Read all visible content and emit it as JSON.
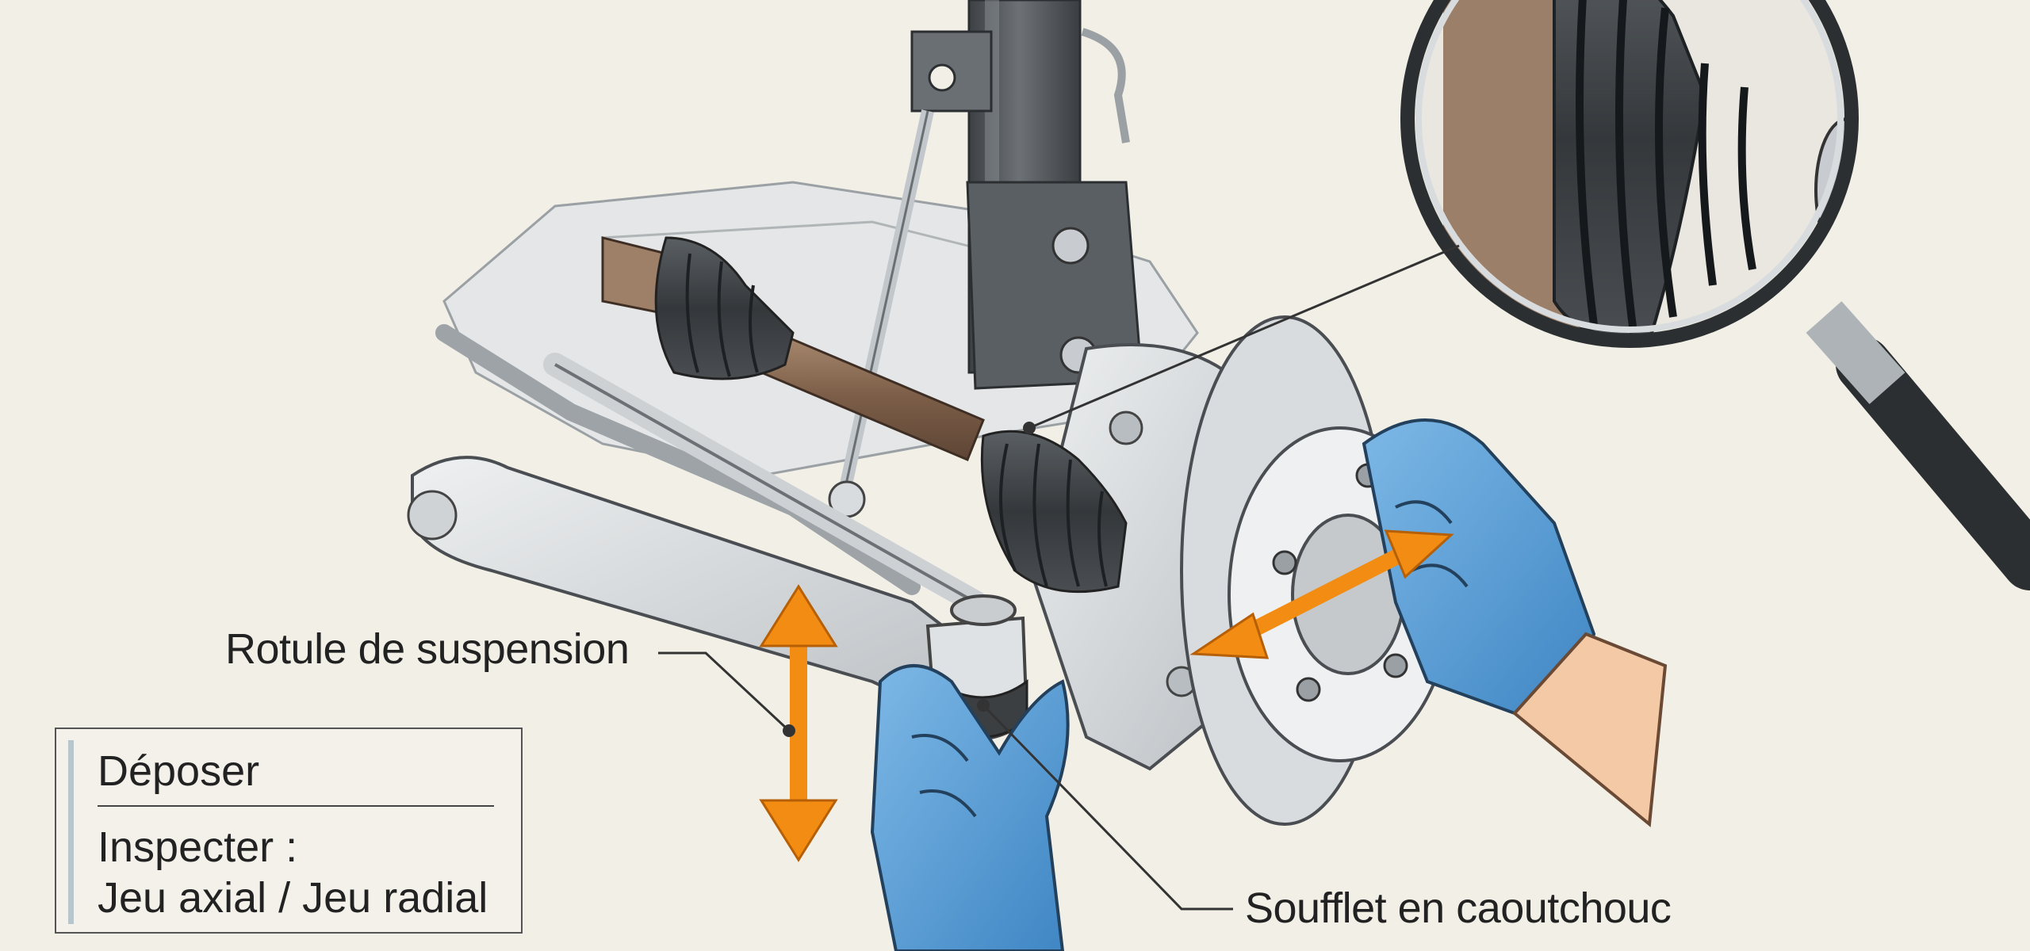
{
  "labels": {
    "ball_joint": "Rotule de suspension",
    "rubber_boot": "Soufflet en caoutchouc"
  },
  "info_box": {
    "step_remove": "Déposer",
    "step_inspect": "Inspecter :",
    "step_inspect_detail": "Jeu axial / Jeu radial"
  },
  "colors": {
    "background": "#f1efe6",
    "arrow": "#f28c12",
    "glove": "#5aa2d8",
    "metal": "#d5d9dc",
    "strut": "#505457",
    "boot": "#3b3f42",
    "shaft": "#8b6b52"
  },
  "icons": {
    "magnifier": "magnifier-icon",
    "vertical_arrow": "vertical-double-arrow-icon",
    "diagonal_arrow": "diagonal-double-arrow-icon"
  }
}
